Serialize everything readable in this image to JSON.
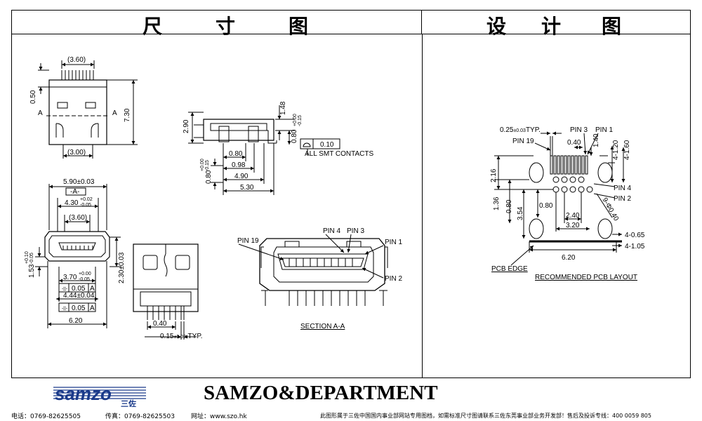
{
  "header": {
    "left_title": [
      "尺",
      "寸",
      "图"
    ],
    "right_title": [
      "设",
      "计",
      "图"
    ]
  },
  "dimensions": {
    "top_view": {
      "d1": "(3.60)",
      "d2": "0.50",
      "d3": "7.30",
      "d4": "(3.00)",
      "section_a": "A"
    },
    "side_view": {
      "h1": "2.90",
      "h2": "1.48",
      "h3_main": "0.80",
      "h3_tol_up": "+0.00",
      "h3_tol_dn": "-0.15",
      "h4_main": "0.80",
      "h4_tol_up": "+0.00",
      "h4_tol_dn": "-0.15",
      "w1": "0.80",
      "w2": "0.98",
      "w3": "4.90",
      "w4": "5.30",
      "flatness": "0.10",
      "flatness_note": "ALL SMT CONTACTS"
    },
    "front_view": {
      "w_main": "5.90±0.03",
      "datum": "-A-",
      "w2_main": "4.30",
      "w2_tol_up": "+0.02",
      "w2_tol_dn": "-0.05",
      "w3": "(3.60)",
      "w4_main": "3.70",
      "w4_tol_up": "+0.00",
      "w4_tol_dn": "-0.05",
      "tol1": "0.05",
      "tol1_ref": "A",
      "w5": "4.44±0.04",
      "tol2": "0.05",
      "tol2_ref": "A",
      "w6": "6.20",
      "h_left_main": "1.53",
      "h_left_tol_up": "+0.10",
      "h_left_tol_dn": "-0.05",
      "h_right": "2.30±0.03"
    },
    "bottom_view": {
      "pitch": "0.40",
      "width_main": "0.15",
      "width_tol": "±0.02",
      "typ": "TYP."
    },
    "section": {
      "pin19": "PIN 19",
      "pin4": "PIN 4",
      "pin3": "PIN 3",
      "pin1": "PIN 1",
      "pin2": "PIN 2",
      "label": "SECTION A-A"
    }
  },
  "pcb_layout": {
    "pad_w_main": "0.25",
    "pad_w_tol": "±0.03",
    "pad_w_typ": "TYP.",
    "pin3": "PIN 3",
    "pin1": "PIN 1",
    "pin19": "PIN 19",
    "pitch": "0.40",
    "d140": "1.40",
    "d4120": "4-1.20",
    "d4160": "4-1.60",
    "d216": "2.16",
    "pin4": "PIN 4",
    "pin2": "PIN 2",
    "d136": "1.36",
    "d080a": "0.80",
    "d354": "3.54",
    "d080b": "0.80",
    "d240": "2.40",
    "d320": "3.20",
    "d9040": "9-Φ0.40",
    "d4065": "4-0.65",
    "d4105": "4-1.05",
    "d620": "6.20",
    "pcb_edge": "PCB EDGE",
    "caption": "RECOMMENDED PCB LAYOUT"
  },
  "footer": {
    "logo_text": "samzo",
    "logo_cn": "三佐",
    "department": "SAMZO&DEPARTMENT",
    "phone": "电话：0769-82625505",
    "fax": "传真：0769-82625503",
    "web": "网址：www.szo.hk",
    "notice": "此图形属于三佐中国国内事业部网站专用图档，如需标准尺寸图请联系三佐东莞事业部业务开发部！售后及投诉专线：400 0059 805"
  }
}
